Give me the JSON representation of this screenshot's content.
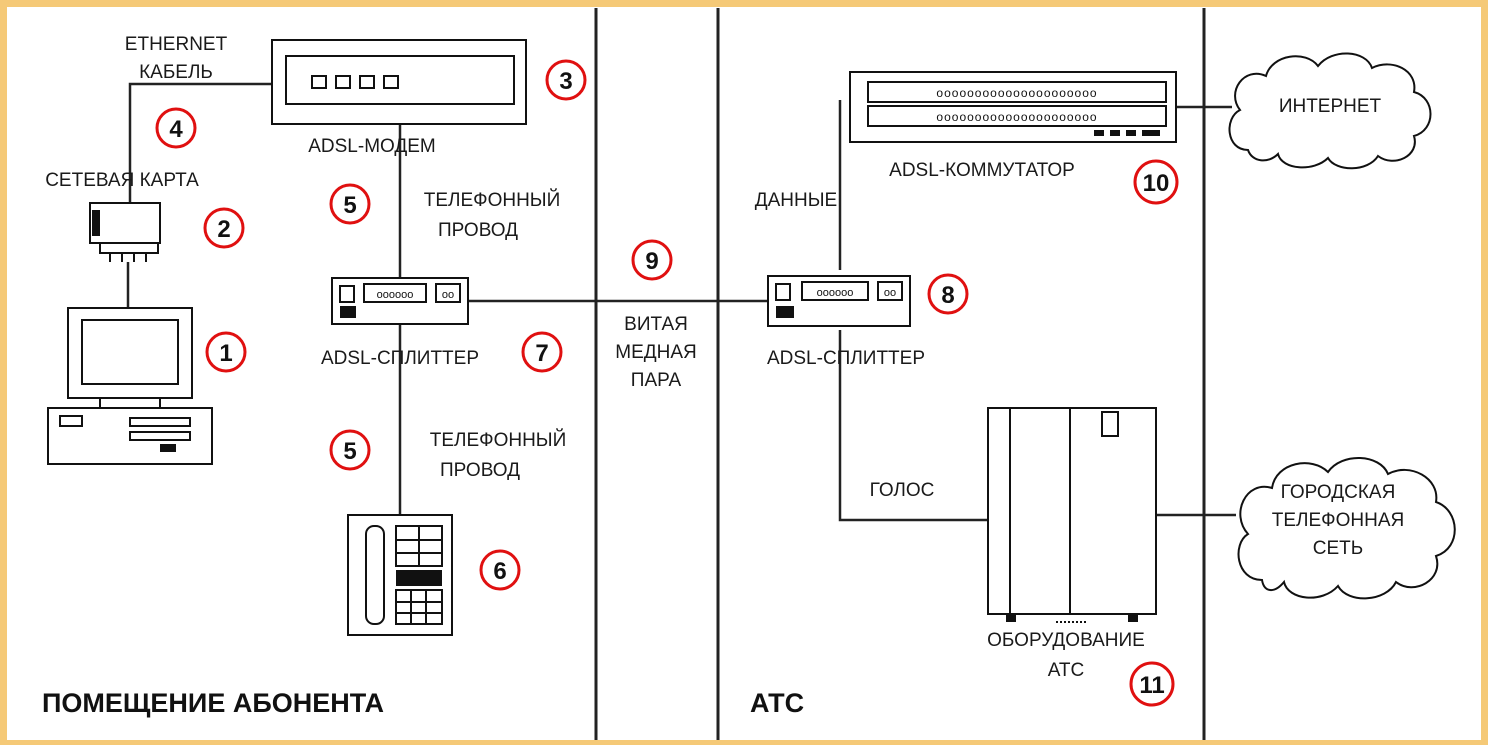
{
  "zones": {
    "subscriber": "ПОМЕЩЕНИЕ АБОНЕНТА",
    "exchange": "АТС"
  },
  "labels": {
    "ethernet_line1": "ETHERNET",
    "ethernet_line2": "КАБЕЛЬ",
    "modem": "ADSL-МОДЕМ",
    "network_card": "СЕТЕВАЯ КАРТА",
    "phone_wire_line1": "ТЕЛЕФОННЫЙ",
    "phone_wire_line2": "ПРОВОД",
    "splitter_client": "ADSL-СПЛИТТЕР",
    "splitter_exchange": "ADSL-СПЛИТТЕР",
    "twisted_pair_line1": "ВИТАЯ",
    "twisted_pair_line2": "МЕДНАЯ",
    "twisted_pair_line3": "ПАРА",
    "data": "ДАННЫЕ",
    "dslam": "ADSL-КОММУТАТОР",
    "voice": "ГОЛОС",
    "equipment_line1": "ОБОРУДОВАНИЕ",
    "equipment_line2": "АТС",
    "internet": "ИНТЕРНЕТ",
    "city_line1": "ГОРОДСКАЯ",
    "city_line2": "ТЕЛЕФОННАЯ",
    "city_line3": "СЕТЬ"
  },
  "badges": {
    "b1": "1",
    "b2": "2",
    "b3": "3",
    "b4": "4",
    "b5a": "5",
    "b5b": "5",
    "b6": "6",
    "b7": "7",
    "b8": "8",
    "b9": "9",
    "b10": "10",
    "b11": "11"
  },
  "colors": {
    "badge_ring": "#e01010",
    "frame": "#f5c977"
  }
}
